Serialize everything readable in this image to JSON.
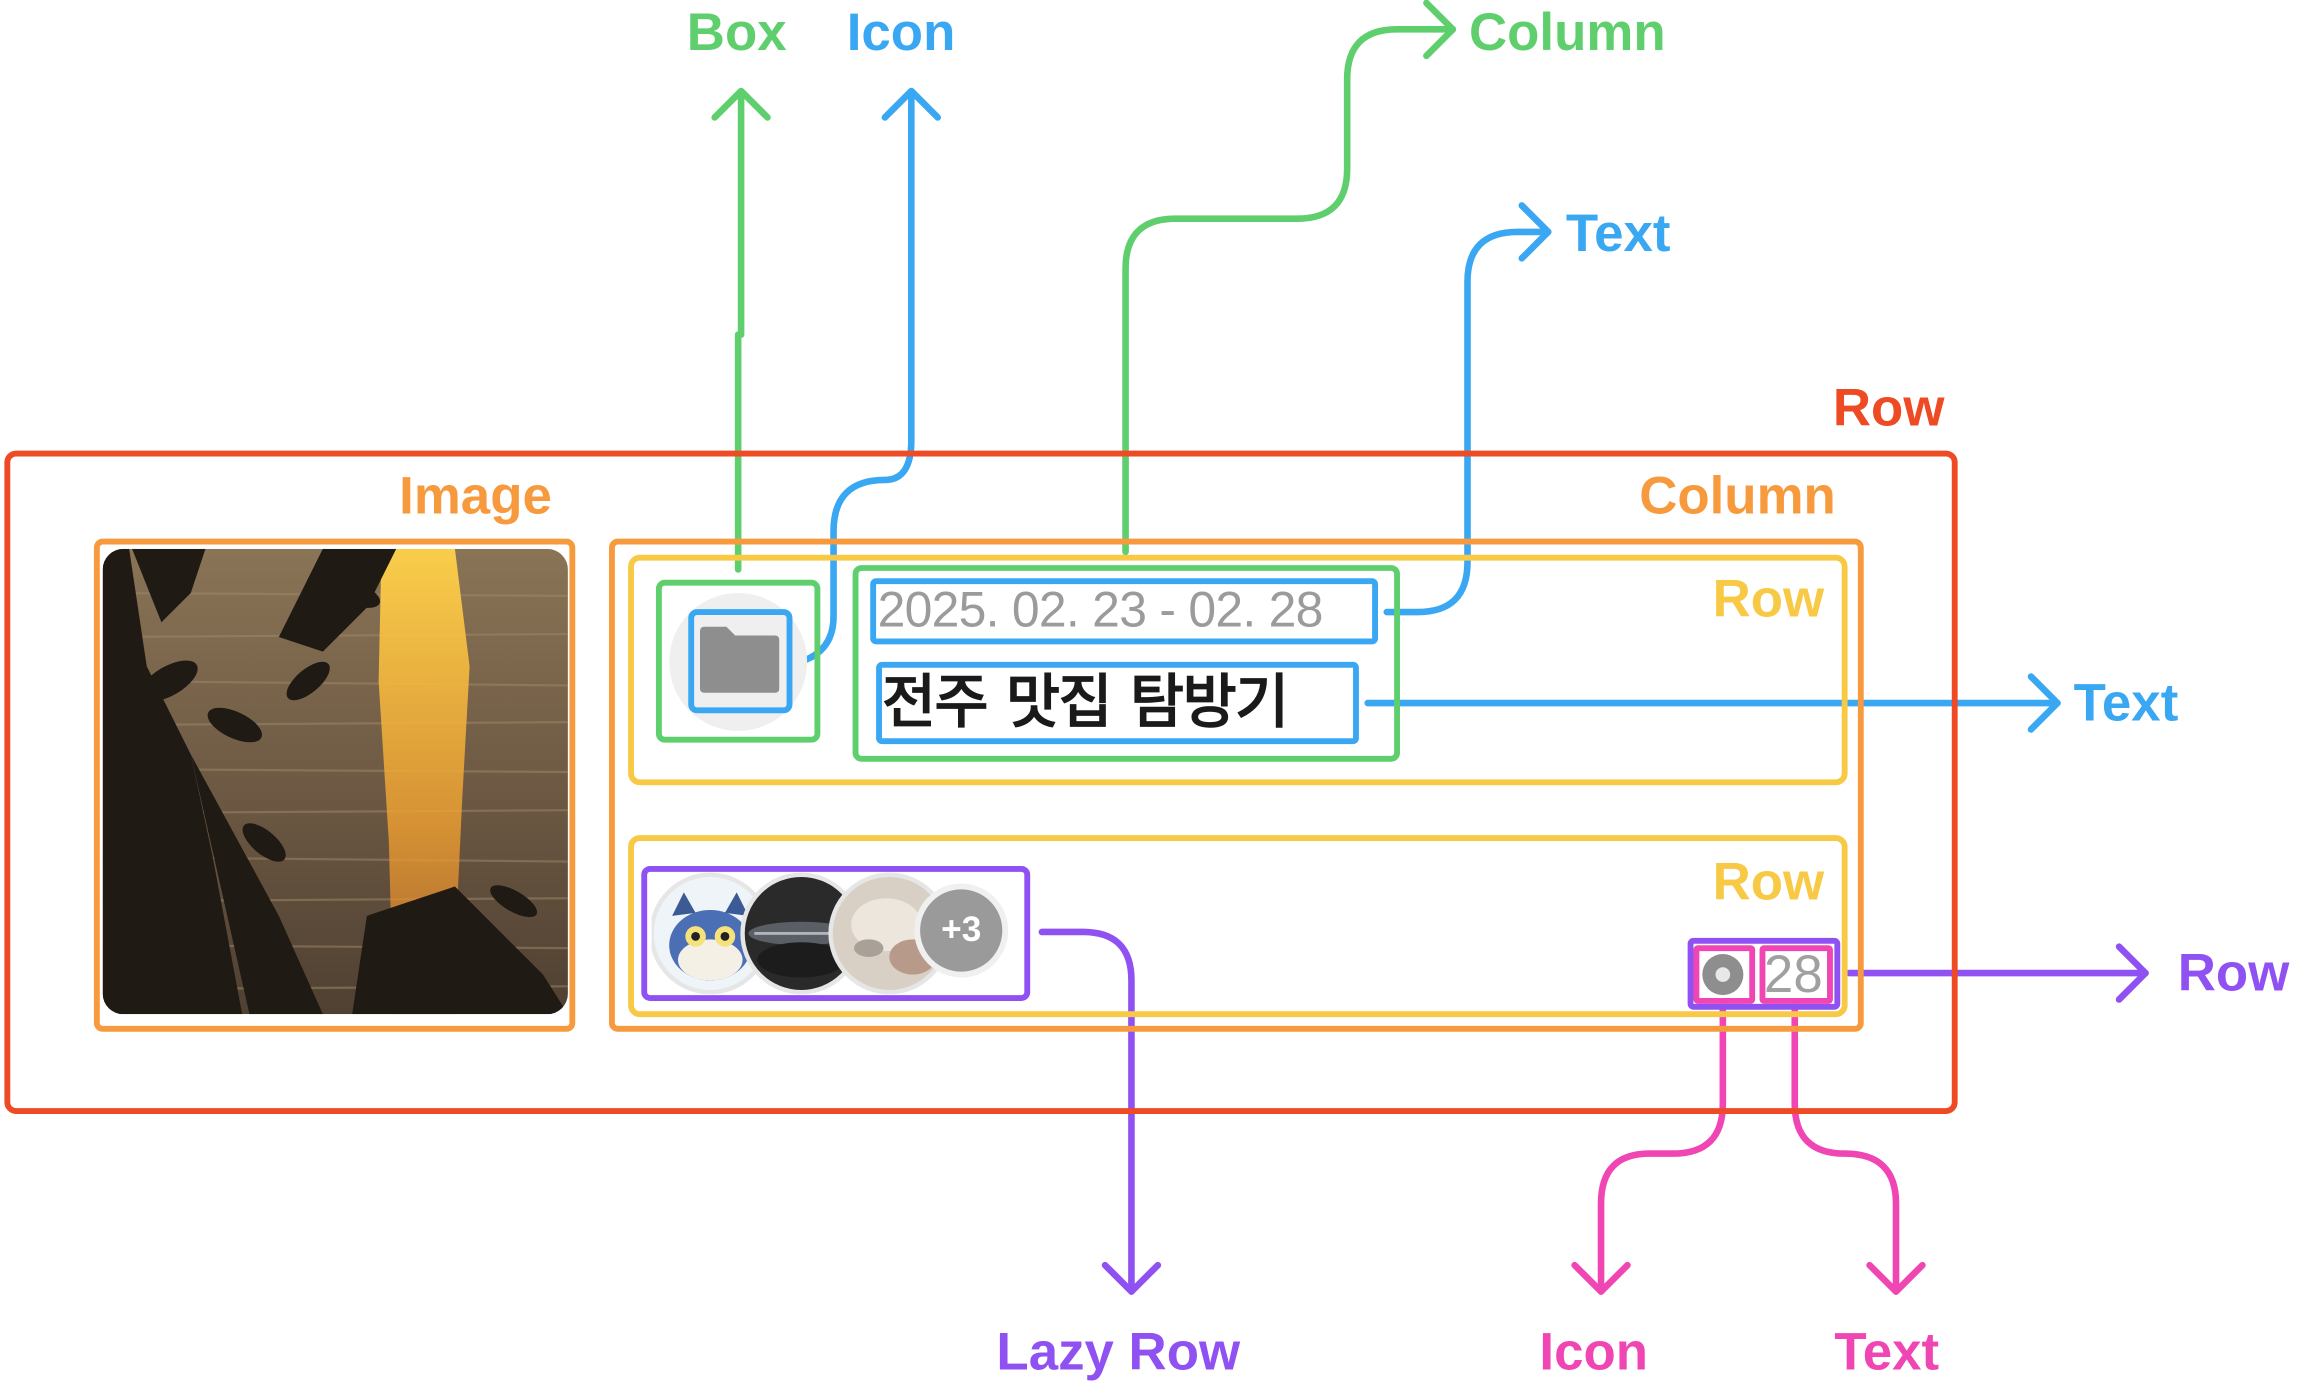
{
  "colors": {
    "row_outer": "#ee4a24",
    "image_column": "#f79a3e",
    "inner_row": "#f8c945",
    "box_column": "#5fcf6e",
    "icon_text": "#3aa7f2",
    "lazy_row": "#9051f2",
    "icon_text_pink": "#f046b4"
  },
  "labels": {
    "box": "Box",
    "icon_top": "Icon",
    "column_top": "Column",
    "text_top": "Text",
    "row_outer": "Row",
    "image": "Image",
    "column_main": "Column",
    "row_top": "Row",
    "text_right": "Text",
    "row_bottom": "Row",
    "row_right": "Row",
    "lazy_row": "Lazy Row",
    "icon_bottom": "Icon",
    "text_bottom": "Text"
  },
  "card": {
    "date_range": "2025. 02. 23 - 02. 28",
    "title": "전주 맛집 탐방기",
    "extra_members": "+3",
    "count": "28",
    "folder_icon": "folder-icon",
    "count_icon": "record-circle-icon"
  }
}
